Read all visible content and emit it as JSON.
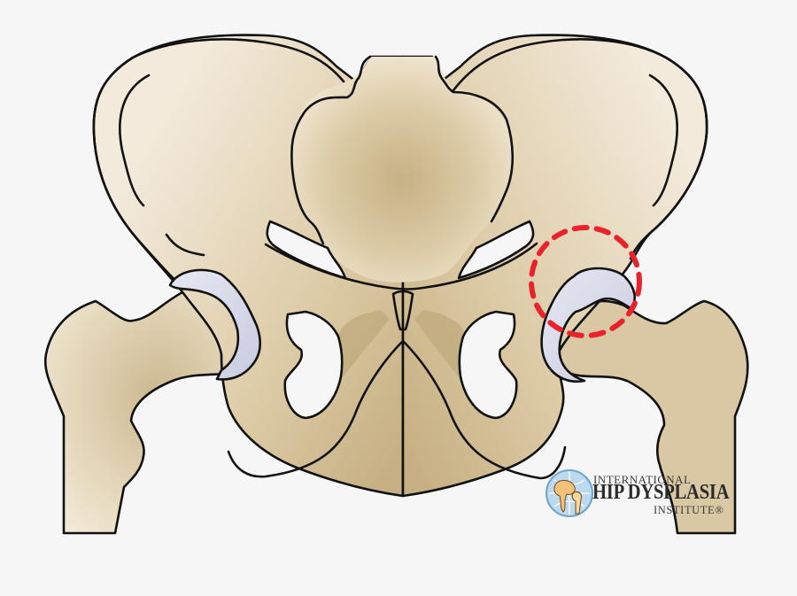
{
  "figure": {
    "subject": "Anterior view of pelvis and hip joints",
    "highlight": {
      "shape": "dashed-circle",
      "color": "#e8232b",
      "location": "right-hip-acetabulum"
    },
    "colors": {
      "bone_light": "#f2e9d6",
      "bone_dark": "#c8b48a",
      "cartilage": "#d9dbe9",
      "outline": "#111111",
      "background": "#f6f6f6"
    }
  },
  "logo": {
    "line1": "INTERNATIONAL",
    "line2": "HIP DYSPLASIA",
    "line3": "INSTITUTE®"
  }
}
